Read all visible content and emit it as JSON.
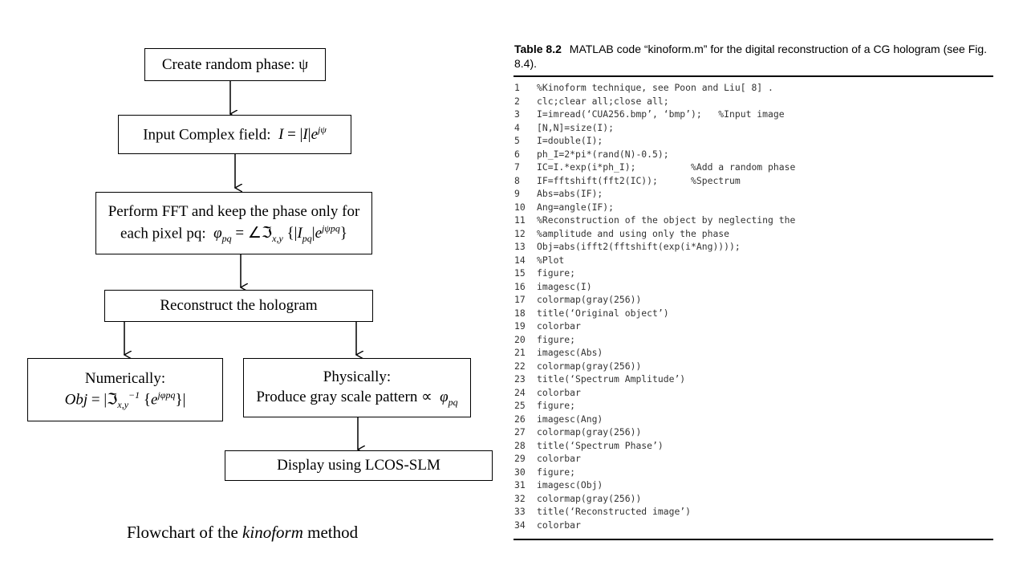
{
  "flowchart": {
    "box1": "Create random phase: ψ",
    "box2_label": "Input Complex field:",
    "box3_line1": "Perform FFT and keep the phase only for",
    "box3_line2_label": "each pixel pq:",
    "box4": "Reconstruct the hologram",
    "box5_title": "Numerically:",
    "box6_title": "Physically:",
    "box6_line2": "Produce gray scale pattern ∝",
    "box7": "Display using LCOS-SLM",
    "caption_prefix": "Flowchart of the ",
    "caption_italic": "kinoform",
    "caption_suffix": " method"
  },
  "table": {
    "label": "Table 8.2",
    "title": "MATLAB code “kinoform.m” for the digital reconstruction of a CG hologram (see Fig. 8.4).",
    "lines": [
      {
        "n": "1",
        "code": "%Kinoform technique, see Poon and Liu[ 8] ."
      },
      {
        "n": "2",
        "code": "clc;clear all;close all;"
      },
      {
        "n": "3",
        "code": "I=imread(‘CUA256.bmp’, ‘bmp’);   %Input image"
      },
      {
        "n": "4",
        "code": "[N,N]=size(I);"
      },
      {
        "n": "5",
        "code": "I=double(I);"
      },
      {
        "n": "6",
        "code": "ph_I=2*pi*(rand(N)-0.5);"
      },
      {
        "n": "7",
        "code": "IC=I.*exp(i*ph_I);          %Add a random phase"
      },
      {
        "n": "8",
        "code": "IF=fftshift(fft2(IC));      %Spectrum"
      },
      {
        "n": "9",
        "code": "Abs=abs(IF);"
      },
      {
        "n": "10",
        "code": "Ang=angle(IF);"
      },
      {
        "n": "11",
        "code": "%Reconstruction of the object by neglecting the"
      },
      {
        "n": "12",
        "code": "%amplitude and using only the phase"
      },
      {
        "n": "13",
        "code": "Obj=abs(ifft2(fftshift(exp(i*Ang))));"
      },
      {
        "n": "14",
        "code": "%Plot"
      },
      {
        "n": "15",
        "code": "figure;"
      },
      {
        "n": "16",
        "code": "imagesc(I)"
      },
      {
        "n": "17",
        "code": "colormap(gray(256))"
      },
      {
        "n": "18",
        "code": "title(‘Original object’)"
      },
      {
        "n": "19",
        "code": "colorbar"
      },
      {
        "n": "20",
        "code": "figure;"
      },
      {
        "n": "21",
        "code": "imagesc(Abs)"
      },
      {
        "n": "22",
        "code": "colormap(gray(256))"
      },
      {
        "n": "23",
        "code": "title(‘Spectrum Amplitude’)"
      },
      {
        "n": "24",
        "code": "colorbar"
      },
      {
        "n": "25",
        "code": "figure;"
      },
      {
        "n": "26",
        "code": "imagesc(Ang)"
      },
      {
        "n": "27",
        "code": "colormap(gray(256))"
      },
      {
        "n": "28",
        "code": "title(‘Spectrum Phase’)"
      },
      {
        "n": "29",
        "code": "colorbar"
      },
      {
        "n": "30",
        "code": "figure;"
      },
      {
        "n": "31",
        "code": "imagesc(Obj)"
      },
      {
        "n": "32",
        "code": "colormap(gray(256))"
      },
      {
        "n": "33",
        "code": "title(‘Reconstructed image’)"
      },
      {
        "n": "34",
        "code": "colorbar"
      }
    ]
  }
}
